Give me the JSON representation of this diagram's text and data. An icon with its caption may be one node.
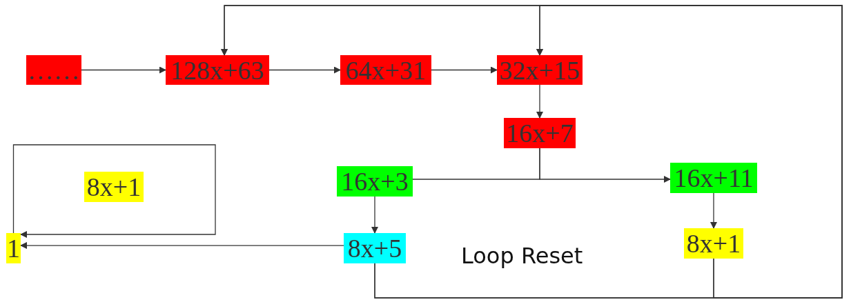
{
  "diagram": {
    "nodes": [
      {
        "text": [
          "……"
        ]
      },
      {
        "text": [
          "128x+63"
        ]
      },
      {
        "text": [
          "64x+31"
        ]
      },
      {
        "text": [
          "32x+15"
        ]
      },
      {
        "text": [
          "16x+7"
        ]
      },
      {
        "text": [
          "16x+3"
        ]
      },
      {
        "text": [
          "16x+11"
        ]
      },
      {
        "text": [
          "8x+1"
        ]
      },
      {
        "text": [
          "1"
        ]
      },
      {
        "text": [
          "8x+5"
        ]
      },
      {
        "text": [
          "8x+1"
        ]
      }
    ],
    "edges": [
      {
        "from": 0,
        "to": 1,
        "arrow": "to"
      },
      {
        "from": 1,
        "to": 2,
        "arrow": "to"
      },
      {
        "from": 2,
        "to": 3,
        "arrow": "to"
      },
      {
        "from": 3,
        "to": 4,
        "arrow": "to"
      },
      {
        "from": 4,
        "to": 5,
        "arrow": "to"
      },
      {
        "from": 4,
        "to": 6,
        "arrow": "to"
      },
      {
        "from": 5,
        "to": 9,
        "arrow": "to"
      },
      {
        "from": 6,
        "to": 10,
        "arrow": "to"
      },
      {
        "from": 9,
        "to": 8,
        "arrow": "to"
      },
      {
        "from": 8,
        "to": 8,
        "arrow": "to"
      },
      {
        "from": 9,
        "to": 1,
        "arrow": "to"
      },
      {
        "from": 9,
        "to": 3,
        "arrow": "to"
      },
      {
        "from": 10,
        "to": 1,
        "arrow": "to"
      },
      {
        "from": 10,
        "to": 3,
        "arrow": "to"
      }
    ],
    "labels": [
      "Loop Reset"
    ]
  }
}
